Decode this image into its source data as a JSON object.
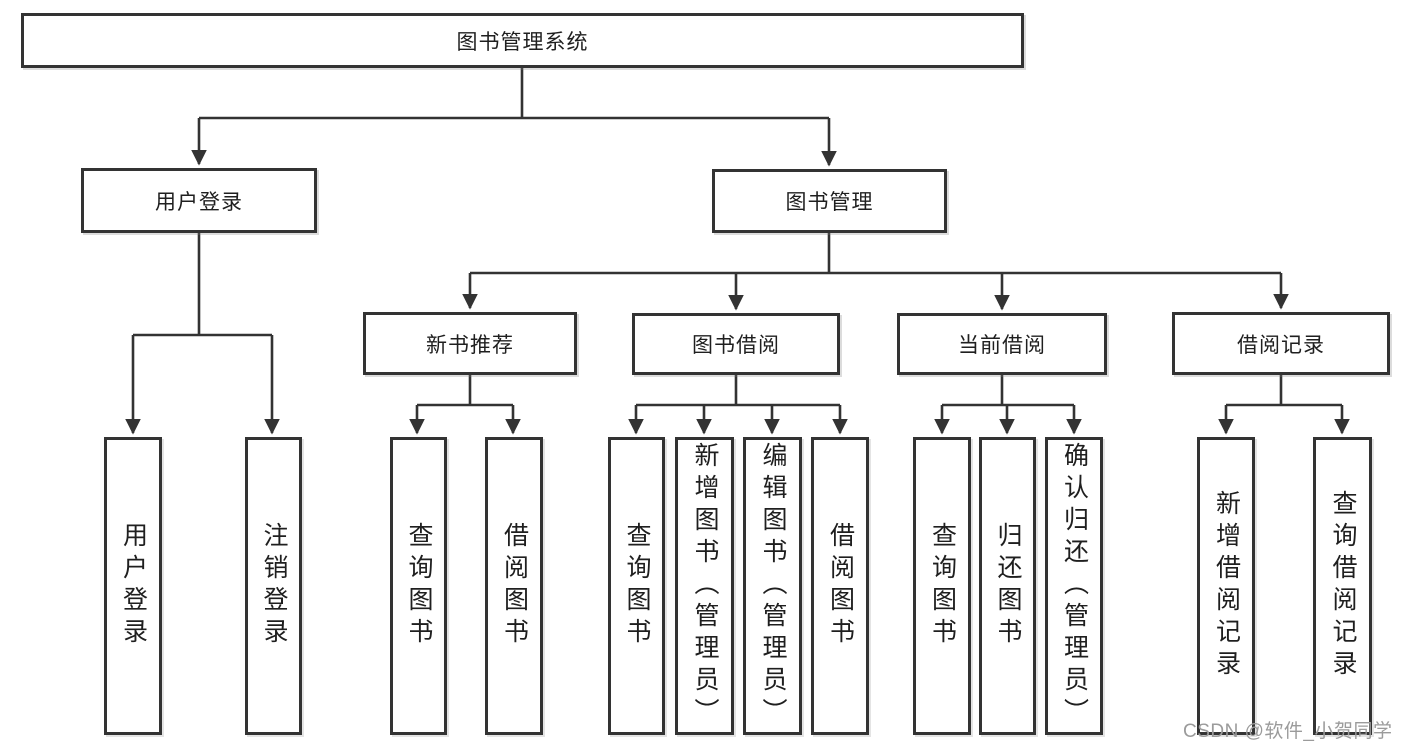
{
  "diagram": {
    "title": "图书管理系统",
    "level2": {
      "user_login": "用户登录",
      "book_mgmt": "图书管理"
    },
    "level3": {
      "new_book": "新书推荐",
      "book_borrow": "图书借阅",
      "current_borrow": "当前借阅",
      "borrow_record": "借阅记录"
    },
    "leaves": {
      "user_login": "用户登录",
      "logout": "注销登录",
      "nb_query": "查询图书",
      "nb_borrow": "借阅图书",
      "bb_query": "查询图书",
      "bb_add": "新增图书（管理员）",
      "bb_edit": "编辑图书（管理员）",
      "bb_borrow": "借阅图书",
      "cb_query": "查询图书",
      "cb_return": "归还图书",
      "cb_confirm": "确认归还（管理员）",
      "br_add": "新增借阅记录",
      "br_query": "查询借阅记录"
    }
  },
  "watermark": "CSDN @软件_小贺同学",
  "colors": {
    "line": "#333333",
    "box_border": "#333333",
    "box_fill": "#ffffff",
    "text": "#1f1f1f",
    "watermark": "#9b9b9b",
    "background": "#ffffff"
  }
}
